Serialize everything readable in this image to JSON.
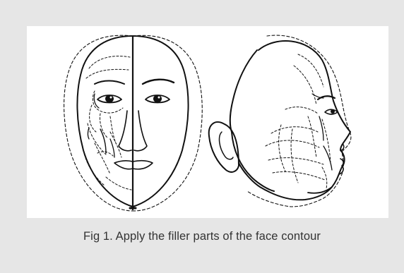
{
  "figure": {
    "caption": "Fig 1. Apply the filler parts of the face contour",
    "panels": [
      "front-face-half-aged",
      "side-profile"
    ]
  },
  "colors": {
    "background": "#e6e6e6",
    "panel": "#ffffff",
    "ink": "#111111",
    "caption_text": "#333333"
  }
}
